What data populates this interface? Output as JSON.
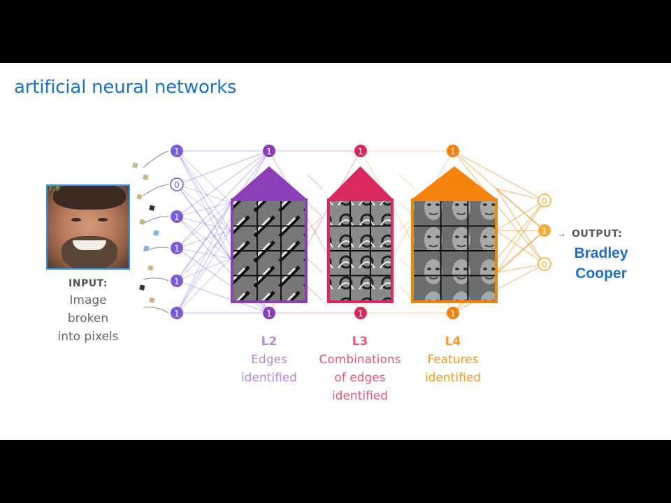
{
  "title": "artificial neural networks",
  "colors": {
    "title": "#1f6fc4",
    "input_nodes": "#7a5cd6",
    "l2": "#8a3fb8",
    "l3": "#d8285e",
    "l4": "#f3820e",
    "output_nodes": "#f5ad3a",
    "output_name": "#1f6fc4"
  },
  "input": {
    "nodes": [
      "1",
      "0",
      "1",
      "1",
      "1",
      "1"
    ],
    "badge": "7.9",
    "heading": "INPUT:",
    "caption_lines": [
      "Image",
      "broken",
      "into pixels"
    ]
  },
  "layers": [
    {
      "id": "L2",
      "node_top": "1",
      "node_bottom": "1",
      "lines": [
        "Edges",
        "identified"
      ]
    },
    {
      "id": "L3",
      "node_top": "1",
      "node_bottom": "1",
      "lines": [
        "Combinations",
        "of edges",
        "identified"
      ]
    },
    {
      "id": "L4",
      "node_top": "1",
      "node_bottom": "1",
      "lines": [
        "Features",
        "identified"
      ]
    }
  ],
  "output": {
    "nodes": [
      "0",
      "1",
      "0"
    ],
    "heading": "OUTPUT:",
    "arrow": "→",
    "name_lines": [
      "Bradley",
      "Cooper"
    ]
  }
}
